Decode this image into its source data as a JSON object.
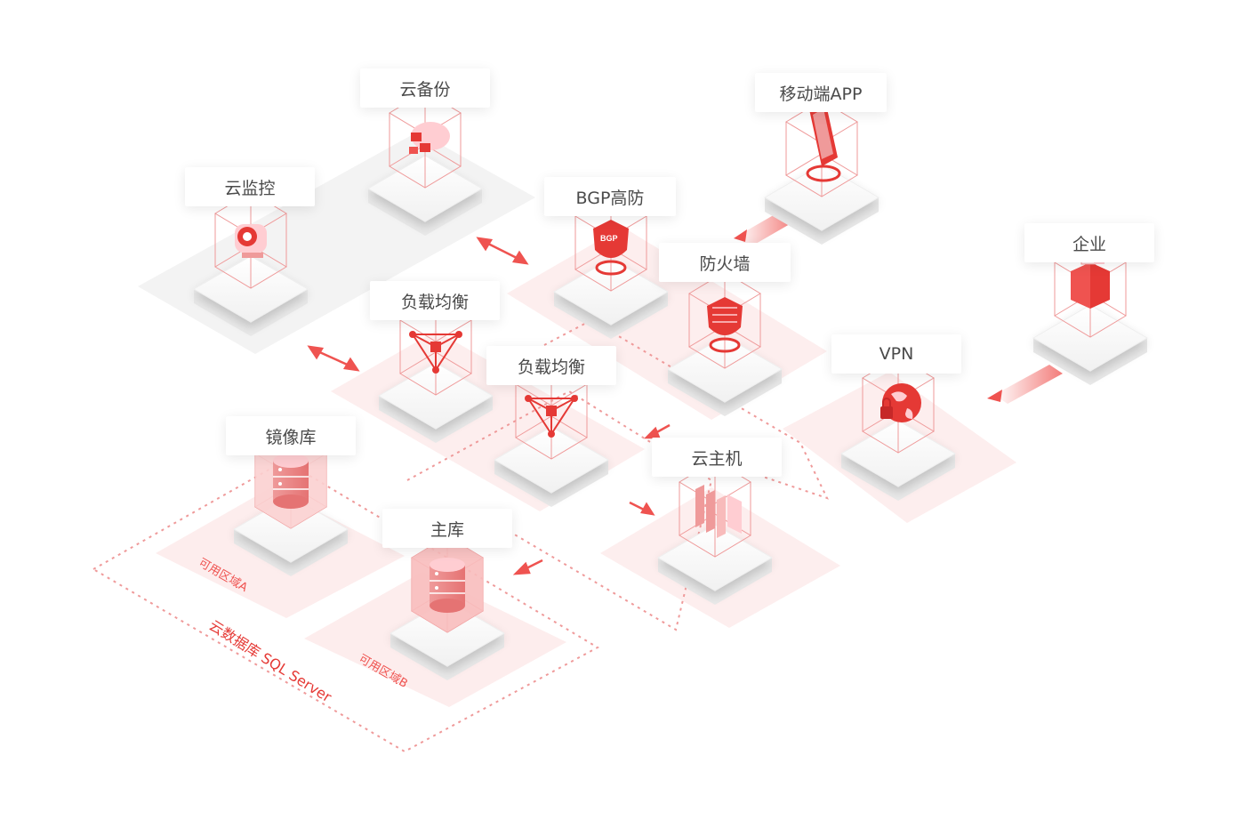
{
  "labels": {
    "cloud_backup": "云备份",
    "cloud_monitor": "云监控",
    "mobile_app": "移动端APP",
    "bgp_ddos": "BGP高防",
    "enterprise": "企业",
    "firewall": "防火墙",
    "load_balancer_1": "负载均衡",
    "load_balancer_2": "负载均衡",
    "vpn": "VPN",
    "mirror_db": "镜像库",
    "cloud_host": "云主机",
    "primary_db": "主库"
  },
  "zones": {
    "zone_a": "可用区域A",
    "zone_b": "可用区域B",
    "database_group": "云数据库 SQL Server"
  },
  "badges": {
    "bgp": "BGP"
  },
  "colors": {
    "accent": "#e53935",
    "accent_light": "#ffcdd2",
    "zone_fill": "#fdecec",
    "gray_zone": "#f2f2f2",
    "label_text": "#4a4a4a"
  }
}
